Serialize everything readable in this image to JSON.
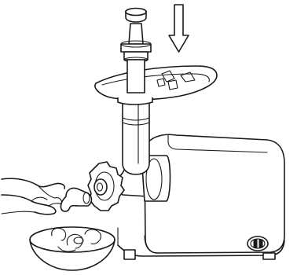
{
  "figure": {
    "type": "line-art illustration",
    "parts": [
      "down-arrow-icon",
      "food-pusher",
      "feeding-tray",
      "feed-tube",
      "locking-ring",
      "motor-housing",
      "reverse-switch",
      "hand",
      "sausage-piece",
      "collection-bowl"
    ],
    "colors": {
      "stroke": "#1a1a1a",
      "background": "#ffffff"
    }
  }
}
